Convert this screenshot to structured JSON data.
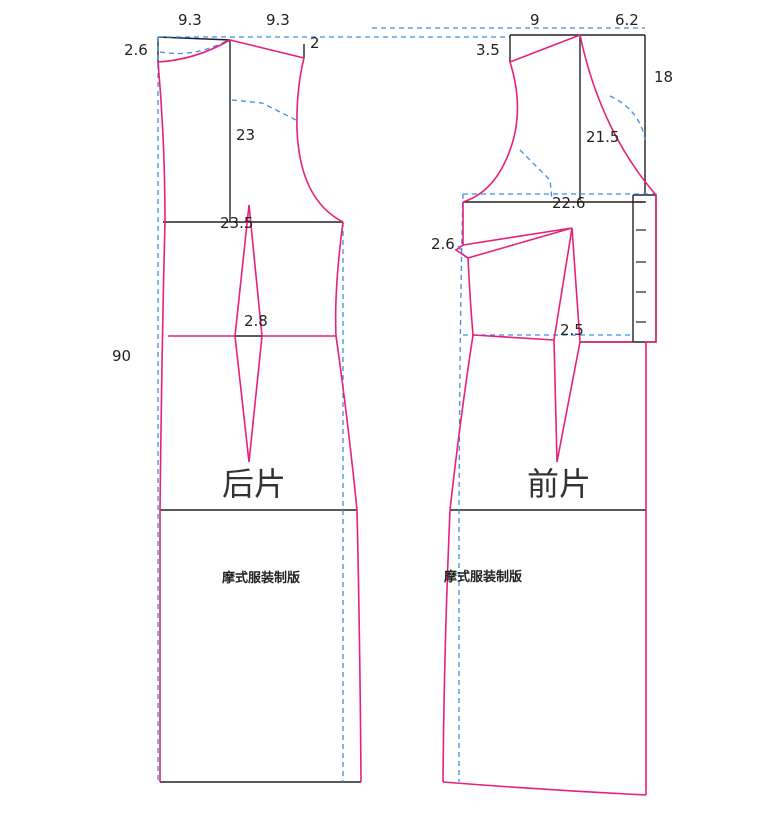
{
  "colors": {
    "finished_line": "#e8207a",
    "construction_line": "#3a8ee6",
    "frame_line": "#222222"
  },
  "back_piece": {
    "title": "后片",
    "watermark": "摩式服装制版",
    "dims": {
      "neck_width": "9.3",
      "shoulder_width": "9.3",
      "neck_depth": "2.6",
      "shoulder_drop": "2",
      "armhole_depth": "23",
      "bust_width": "23.5",
      "dart_width": "2.8",
      "total_length": "90"
    }
  },
  "front_piece": {
    "title": "前片",
    "watermark": "摩式服装制版",
    "dims": {
      "neck_width": "9",
      "shoulder_extra": "6.2",
      "shoulder_drop": "3.5",
      "neck_depth": "18",
      "armhole_depth": "21.5",
      "bust_width": "22.6",
      "side_dart": "2.6",
      "dart_width": "2.5"
    }
  }
}
